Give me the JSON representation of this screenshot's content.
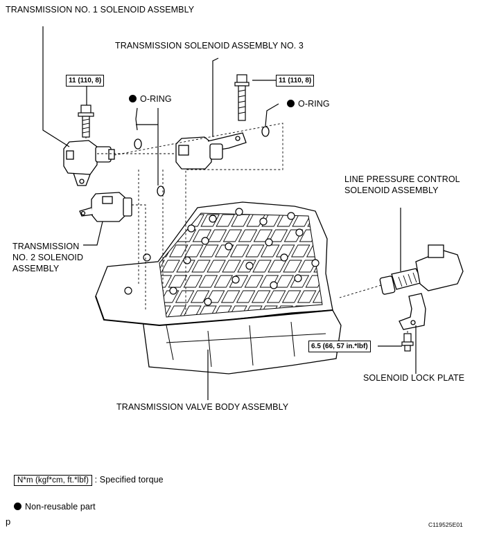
{
  "labels": {
    "sol1": "TRANSMISSION NO. 1 SOLENOID ASSEMBLY",
    "sol3": "TRANSMISSION SOLENOID ASSEMBLY NO. 3",
    "oring_left": "O-RING",
    "oring_right": "O-RING",
    "line_pressure": "LINE PRESSURE CONTROL\nSOLENOID ASSEMBLY",
    "sol2": "TRANSMISSION\nNO. 2 SOLENOID\nASSEMBLY",
    "lock_plate": "SOLENOID LOCK PLATE",
    "valve_body": "TRANSMISSION VALVE BODY ASSEMBLY"
  },
  "torques": {
    "sol1": "11 (110, 8)",
    "sol3": "11 (110, 8)",
    "lock_plate": "6.5 (66, 57 in.*lbf)"
  },
  "legend": {
    "unit": "N*m (kgf*cm, ft.*lbf)",
    "torque_desc": ": Specified torque",
    "nonreusable": "Non-reusable part"
  },
  "corner": {
    "left": "p",
    "code": "C119525E01"
  }
}
